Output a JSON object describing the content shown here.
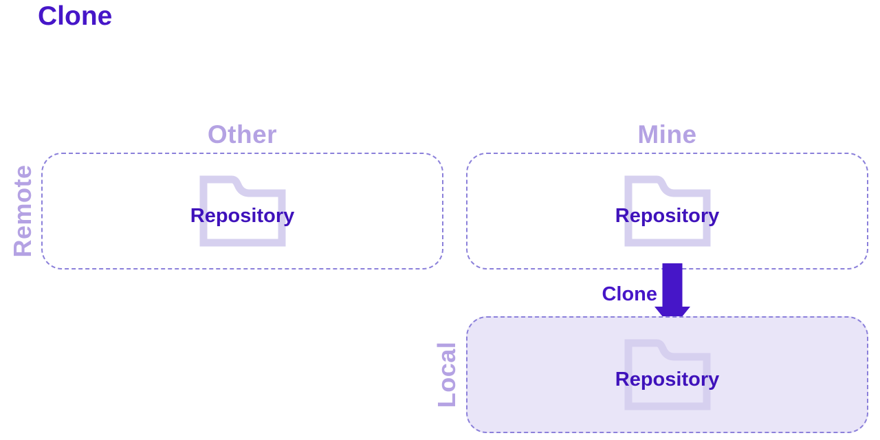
{
  "page": {
    "title": "Clone",
    "background_color": "#ffffff"
  },
  "colors": {
    "heading_text": "#4616c8",
    "muted_label_text": "#b4a2e3",
    "box_border": "#8b80da",
    "folder_icon": "#d6d0ef",
    "local_box_fill": "#e9e5f8",
    "repository_text": "#3f12bb",
    "arrow_fill": "#4616c8"
  },
  "sections": {
    "remote": {
      "label": "Remote",
      "groups": [
        {
          "title": "Other",
          "repository_label": "Repository",
          "icon": "folder-icon"
        },
        {
          "title": "Mine",
          "repository_label": "Repository",
          "icon": "folder-icon"
        }
      ]
    },
    "local": {
      "label": "Local",
      "group": {
        "repository_label": "Repository",
        "icon": "folder-icon"
      }
    }
  },
  "flow": {
    "arrow_label": "Clone",
    "arrow_icon": "down-arrow-icon"
  }
}
